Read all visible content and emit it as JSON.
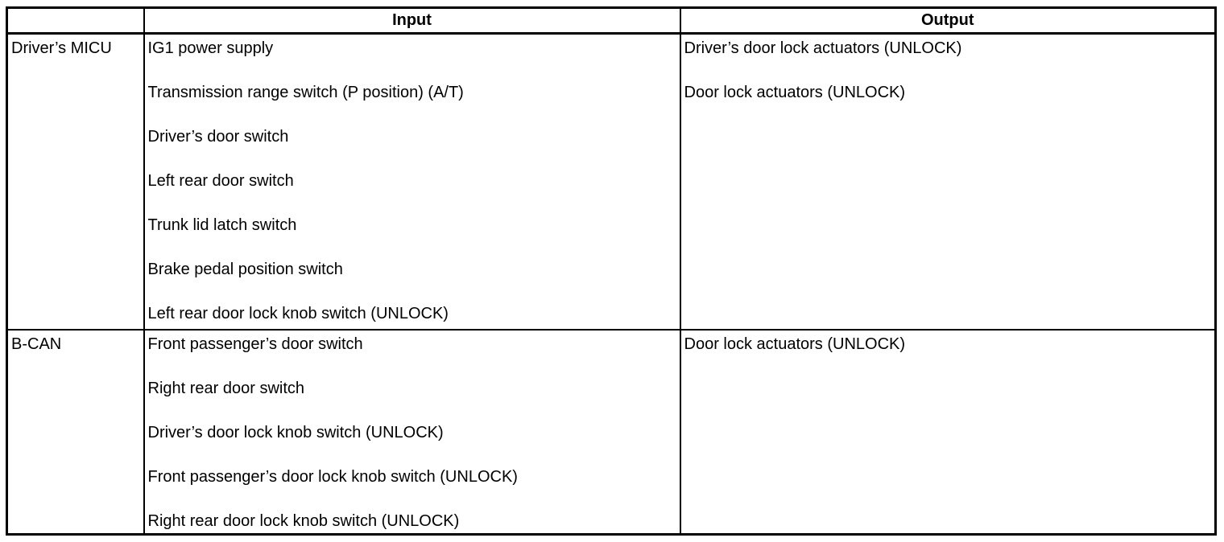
{
  "table": {
    "columns": [
      {
        "label": ""
      },
      {
        "label": "Input"
      },
      {
        "label": "Output"
      }
    ],
    "rows": [
      {
        "source": "Driver’s MICU",
        "inputs": [
          "IG1 power supply",
          "Transmission range switch (P position) (A/T)",
          "Driver’s door switch",
          "Left rear door switch",
          "Trunk lid latch switch",
          "Brake pedal position switch",
          "Left rear door lock knob switch (UNLOCK)"
        ],
        "outputs": [
          "Driver’s door lock actuators (UNLOCK)",
          "Door lock actuators (UNLOCK)"
        ]
      },
      {
        "source": "B-CAN",
        "inputs": [
          "Front passenger’s door switch",
          "Right rear door switch",
          "Driver’s door lock knob switch (UNLOCK)",
          "Front passenger’s door lock knob switch (UNLOCK)",
          "Right rear door lock knob switch (UNLOCK)"
        ],
        "outputs": [
          "Door lock actuators (UNLOCK)"
        ]
      }
    ]
  }
}
